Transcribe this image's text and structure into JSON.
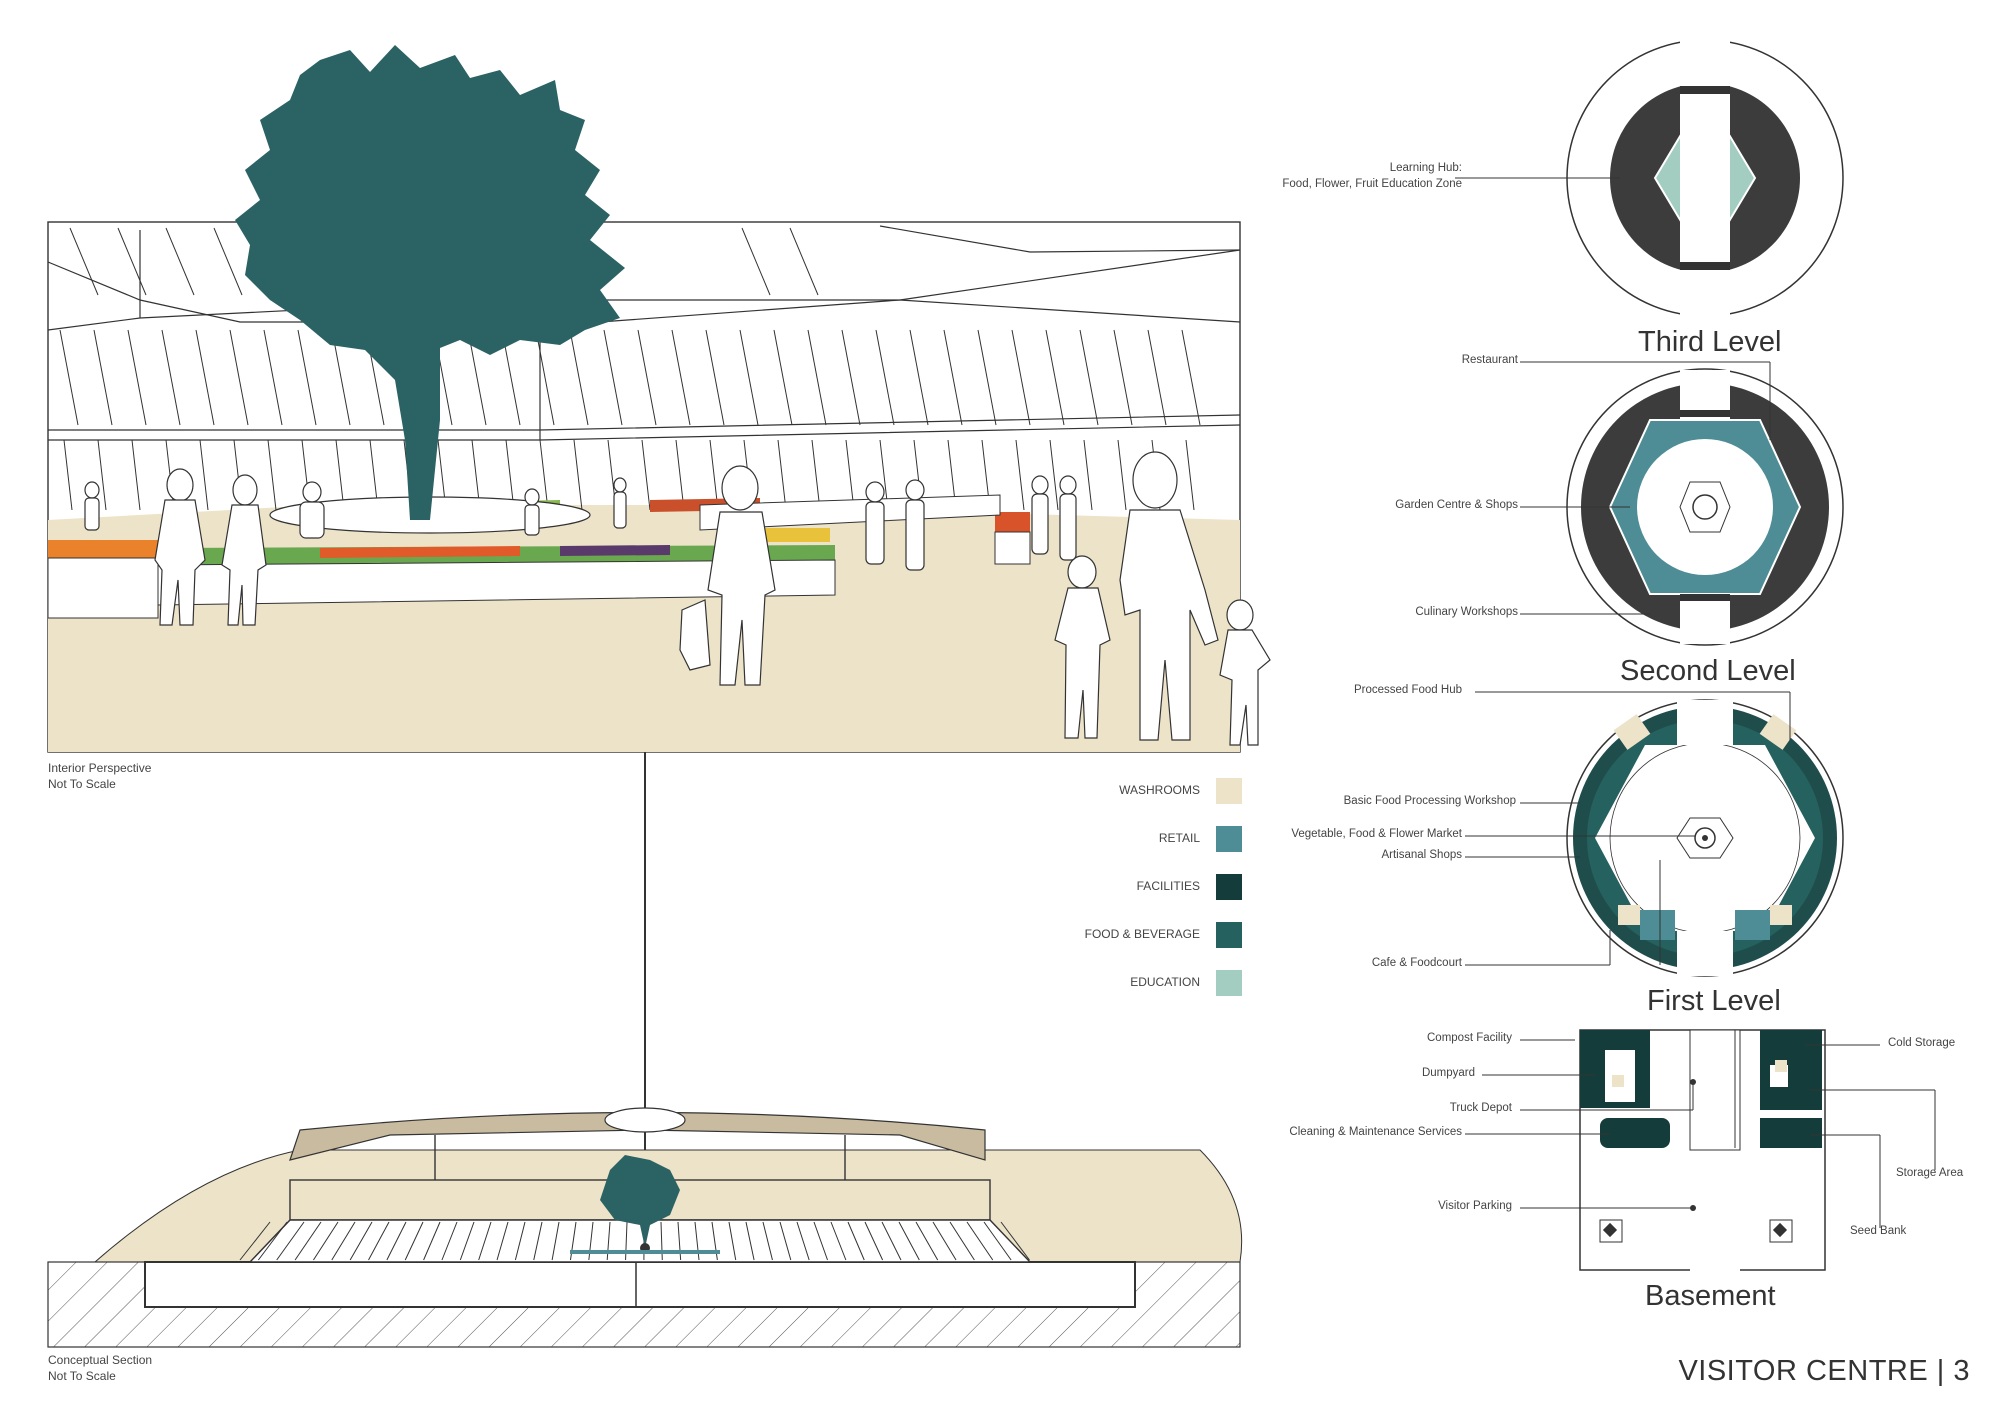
{
  "page": {
    "title": "VISITOR CENTRE | 3"
  },
  "perspective": {
    "caption_line1": "Interior Perspective",
    "caption_line2": "Not To Scale"
  },
  "section": {
    "caption_line1": "Conceptual Section",
    "caption_line2": "Not To Scale"
  },
  "legend": {
    "items": [
      {
        "label": "WASHROOMS",
        "color": "#ece3c8"
      },
      {
        "label": "RETAIL",
        "color": "#4e8d96"
      },
      {
        "label": "FACILITIES",
        "color": "#143c3a"
      },
      {
        "label": "FOOD & BEVERAGE",
        "color": "#25615f"
      },
      {
        "label": "EDUCATION",
        "color": "#a3cdc1"
      }
    ]
  },
  "colors": {
    "tree": "#2b6264",
    "ground": "#ece3c8",
    "dark_ring": "#3c3c3c",
    "line": "#333333"
  },
  "levels": {
    "third": {
      "name": "Third Level",
      "labels": [
        "Learning Hub:",
        "Food, Flower, Fruit Education Zone"
      ]
    },
    "second": {
      "name": "Second Level",
      "labels": [
        "Restaurant",
        "Garden Centre & Shops",
        "Culinary Workshops"
      ]
    },
    "first": {
      "name": "First Level",
      "labels": [
        "Processed Food Hub",
        "Basic Food Processing Workshop",
        "Vegetable, Food & Flower Market",
        "Artisanal Shops",
        "Cafe & Foodcourt"
      ]
    },
    "basement": {
      "name": "Basement",
      "labels_left": [
        "Compost Facility",
        "Dumpyard",
        "Truck Depot",
        "Cleaning & Maintenance Services",
        "Visitor Parking"
      ],
      "labels_right": [
        "Cold Storage",
        "Storage Area",
        "Seed Bank"
      ]
    }
  }
}
